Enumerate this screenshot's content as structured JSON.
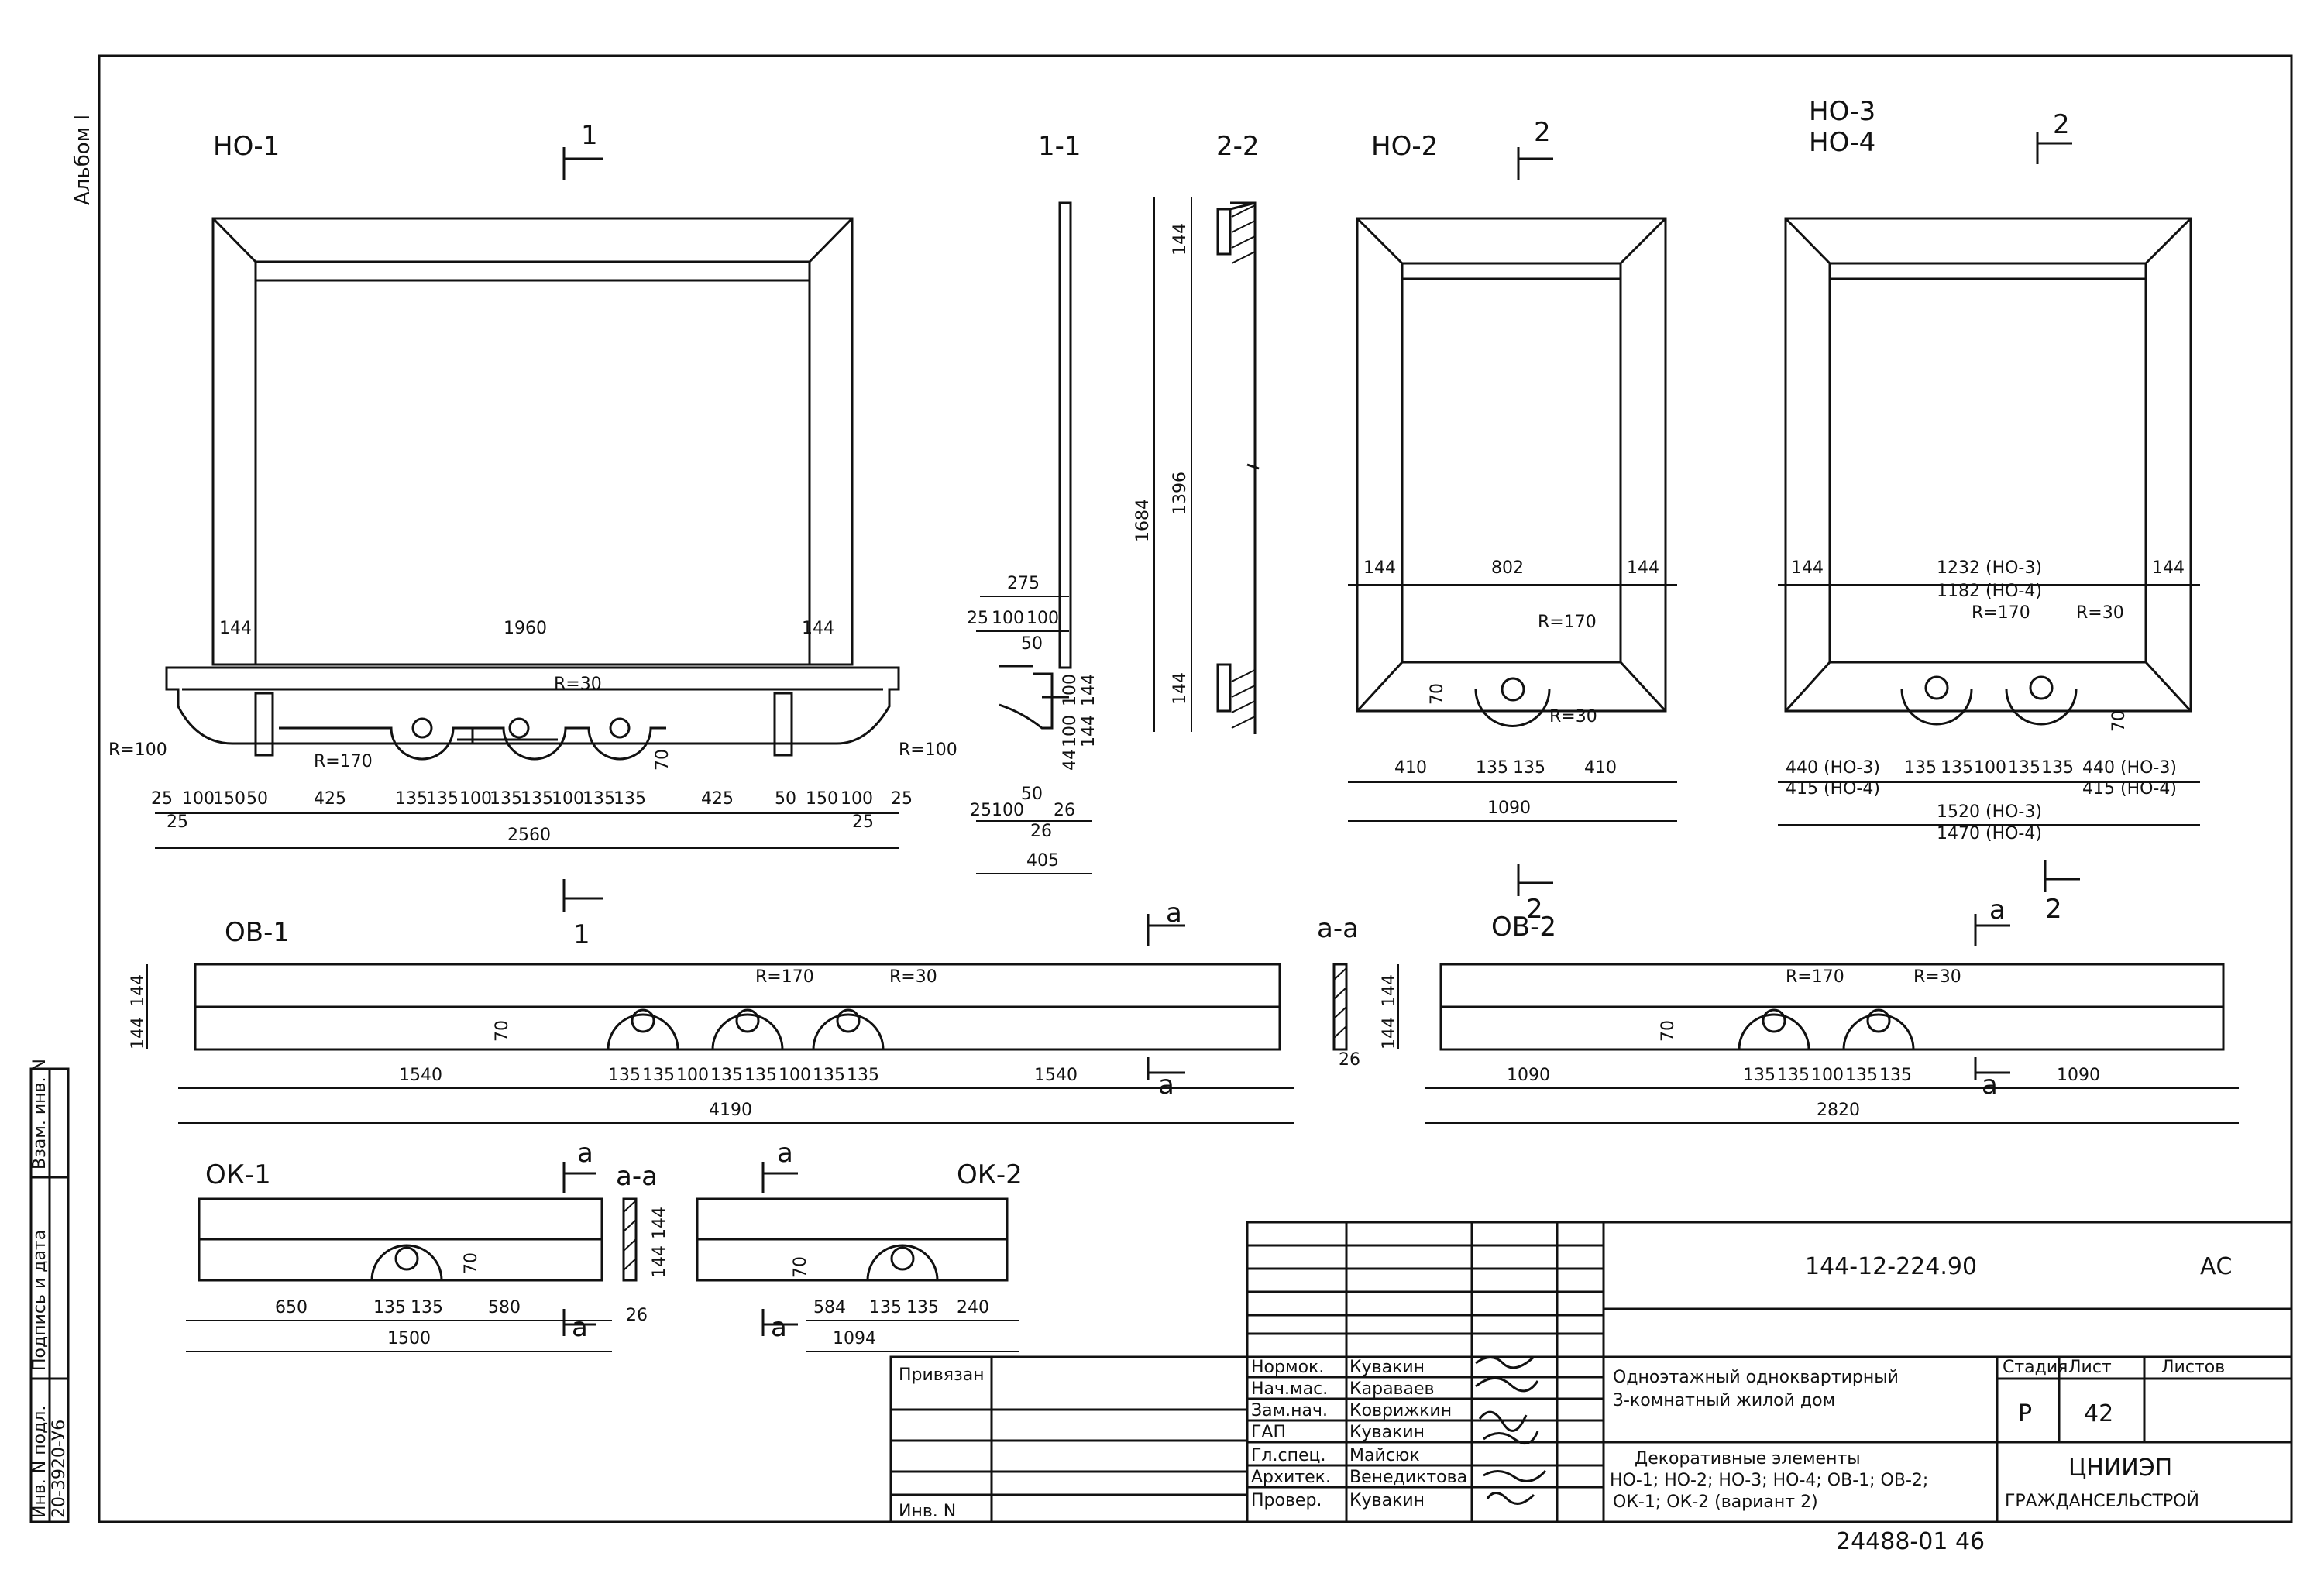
{
  "album": "Альбом I",
  "elements": {
    "no1": {
      "title": "НО-1",
      "dims": {
        "side_left": "144",
        "inner": "1960",
        "side_right": "144",
        "radius_corner": "R=100",
        "radius_big": "R=170",
        "radius_small": "R=30",
        "offset": "70",
        "bottom_left": [
          "25",
          "100",
          "150",
          "50",
          "425",
          "135",
          "135",
          "100",
          "135",
          "135",
          "100",
          "135",
          "135",
          "425",
          "50",
          "150",
          "100",
          "25"
        ],
        "sub_left": "25",
        "sub_right": "25",
        "total": "2560"
      }
    },
    "sec11": {
      "title": "1-1",
      "dims": {
        "w275": "275",
        "a25": "25",
        "a100": "100",
        "a100b": "100",
        "a50": "50",
        "h100": "100",
        "h144": "144",
        "h100b": "100",
        "h144b": "144",
        "h44": "44",
        "r100": "R=100",
        "b25": "25",
        "b100": "100",
        "b50": "50",
        "b26": "26",
        "b26b": "26",
        "total": "405"
      }
    },
    "sec22": {
      "title": "2-2",
      "dims": {
        "h144a": "144",
        "h1684": "1684",
        "h1396": "1396",
        "h144b": "144"
      }
    },
    "no2": {
      "title": "НО-2",
      "dims": {
        "left": "144",
        "inner": "802",
        "right": "144",
        "r170": "R=170",
        "r30": "R=30",
        "off": "70",
        "b410a": "410",
        "b135a": "135",
        "b135b": "135",
        "b410b": "410",
        "total": "1090"
      }
    },
    "no34": {
      "title1": "НО-3",
      "title2": "НО-4",
      "dims": {
        "left": "144",
        "inner1": "1232 (НО-3)",
        "inner2": "1182 (НО-4)",
        "right": "144",
        "r170": "R=170",
        "r30": "R=30",
        "off": "70",
        "b_left1": "440 (НО-3)",
        "b_left2": "415 (НО-4)",
        "b135a": "135",
        "b135b": "135",
        "b100": "100",
        "b135c": "135",
        "b135d": "135",
        "b_right1": "440 (НО-3)",
        "b_right2": "415 (НО-4)",
        "total1": "1520 (НО-3)",
        "total2": "1470 (НО-4)"
      }
    },
    "ov1": {
      "title": "ОВ-1",
      "dims": {
        "h144a": "144",
        "h144b": "144",
        "r170": "R=170",
        "r30": "R=30",
        "off": "70",
        "left": "1540",
        "b": [
          "135",
          "135",
          "100",
          "135",
          "135",
          "100",
          "135",
          "135"
        ],
        "right": "1540",
        "total": "4190"
      }
    },
    "aa1": {
      "title": "а-а",
      "dims": {
        "w26": "26"
      }
    },
    "ov2": {
      "title": "ОВ-2",
      "dims": {
        "h144a": "144",
        "h144b": "144",
        "r170": "R=170",
        "r30": "R=30",
        "off": "70",
        "left": "1090",
        "b": [
          "135",
          "135",
          "100",
          "135",
          "135"
        ],
        "right": "1090",
        "total": "2820"
      }
    },
    "ok1": {
      "title": "ОК-1",
      "dims": {
        "left": "650",
        "b135a": "135",
        "b135b": "135",
        "right": "580",
        "off": "70",
        "total": "1500"
      }
    },
    "aa2": {
      "title": "а-а",
      "dims": {
        "h144a": "144",
        "h144b": "144",
        "w26": "26"
      }
    },
    "ok2": {
      "title": "ОК-2",
      "dims": {
        "off": "70",
        "left": "584",
        "b135a": "135",
        "b135b": "135",
        "right": "240",
        "total": "1094"
      }
    }
  },
  "section_marks": {
    "one": "1",
    "two": "2",
    "a": "а"
  },
  "stamp_left": {
    "inv_podl": "Инв. N подл.",
    "podpis": "Подпись и дата",
    "vzam": "Взам. инв. N",
    "number": "20-3920-У6"
  },
  "binding": {
    "privyazan": "Привязан",
    "inv": "Инв. N"
  },
  "title_block": {
    "doc_code": "144-12-224.90",
    "mark": "АС",
    "roles": [
      {
        "role": "Нормок.",
        "name": "Кувакин"
      },
      {
        "role": "Нач.мас.",
        "name": "Караваев"
      },
      {
        "role": "Зам.нач.",
        "name": "Коврижкин"
      },
      {
        "role": "ГАП",
        "name": "Кувакин"
      },
      {
        "role": "Гл.спец.",
        "name": "Майсюк"
      },
      {
        "role": "Архитек.",
        "name": "Венедиктова"
      },
      {
        "role": "Провер.",
        "name": "Кувакин"
      }
    ],
    "project_line1": "Одноэтажный одноквартирный",
    "project_line2": "3-комнатный жилой дом",
    "stage_h": "Стадия",
    "sheet_h": "Лист",
    "sheets_h": "Листов",
    "stage": "Р",
    "sheet": "42",
    "drawing_line1": "Декоративные элементы",
    "drawing_line2": "НО-1; НО-2; НО-3; НО-4; ОВ-1; ОВ-2;",
    "drawing_line3": "ОК-1; ОК-2 (вариант 2)",
    "org1": "ЦНИИЭП",
    "org2": "ГРАЖДАНСЕЛЬСТРОЙ"
  },
  "footer_code": "24488-01 46"
}
